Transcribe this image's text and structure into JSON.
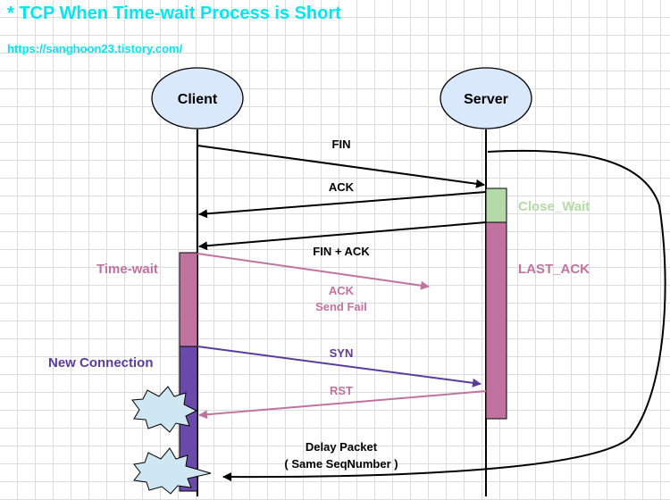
{
  "header": {
    "title": "* TCP When Time-wait Process is Short",
    "url": "https://sanghoon23.tistory.com/"
  },
  "nodes": {
    "client": "Client",
    "server": "Server"
  },
  "messages": {
    "fin": "FIN",
    "ack": "ACK",
    "fin_ack": "FIN + ACK",
    "ack_send_fail_1": "ACK",
    "ack_send_fail_2": "Send Fail",
    "syn": "SYN",
    "rst": "RST",
    "delay_packet_1": "Delay Packet",
    "delay_packet_2": "( Same SeqNumber )"
  },
  "states": {
    "close_wait": "Close_Wait",
    "last_ack": "LAST_ACK",
    "time_wait": "Time-wait",
    "new_connection": "New Connection"
  },
  "colors": {
    "title": "#00e6f0",
    "node_fill": "#dae8fc",
    "close_wait": "#b5d9a8",
    "last_ack": "#c0739e",
    "time_wait": "#c0739e",
    "new_connection": "#6a4aa8",
    "burst": "#cfe6f3"
  }
}
